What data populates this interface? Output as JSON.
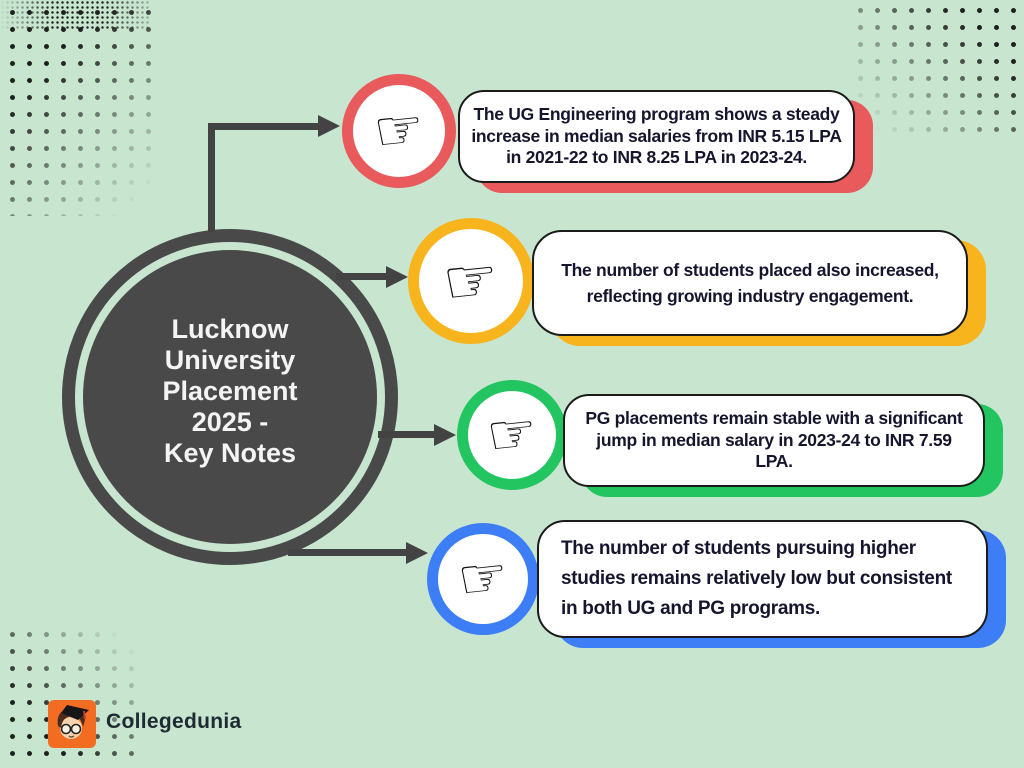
{
  "page": {
    "background_color": "#c8e5d0",
    "dark_color": "#494949"
  },
  "center": {
    "title_lines": [
      "Lucknow",
      "University",
      "Placement",
      "2025 -",
      "Key Notes"
    ],
    "text_color": "#f4f4f4"
  },
  "icons": {
    "pointing_hand": "☞"
  },
  "callouts": [
    {
      "id": "ug-engineering-salaries",
      "accent": "#e85a5c",
      "text": "The UG Engineering program shows a steady increase in median salaries from INR 5.15 LPA in 2021-22 to INR 8.25 LPA in 2023-24."
    },
    {
      "id": "students-placed",
      "accent": "#f7b41c",
      "text": "The number of students placed also increased, reflecting growing industry engagement."
    },
    {
      "id": "pg-placements",
      "accent": "#22c55f",
      "text": "PG placements remain stable with a significant jump in median salary in 2023-24 to INR 7.59 LPA."
    },
    {
      "id": "higher-studies",
      "accent": "#3d7ef7",
      "text": "The number of students pursuing higher studies remains relatively low but consistent in both UG and PG programs."
    }
  ],
  "branding": {
    "name": "Collegedunia",
    "logo_color": "#f26d21"
  }
}
